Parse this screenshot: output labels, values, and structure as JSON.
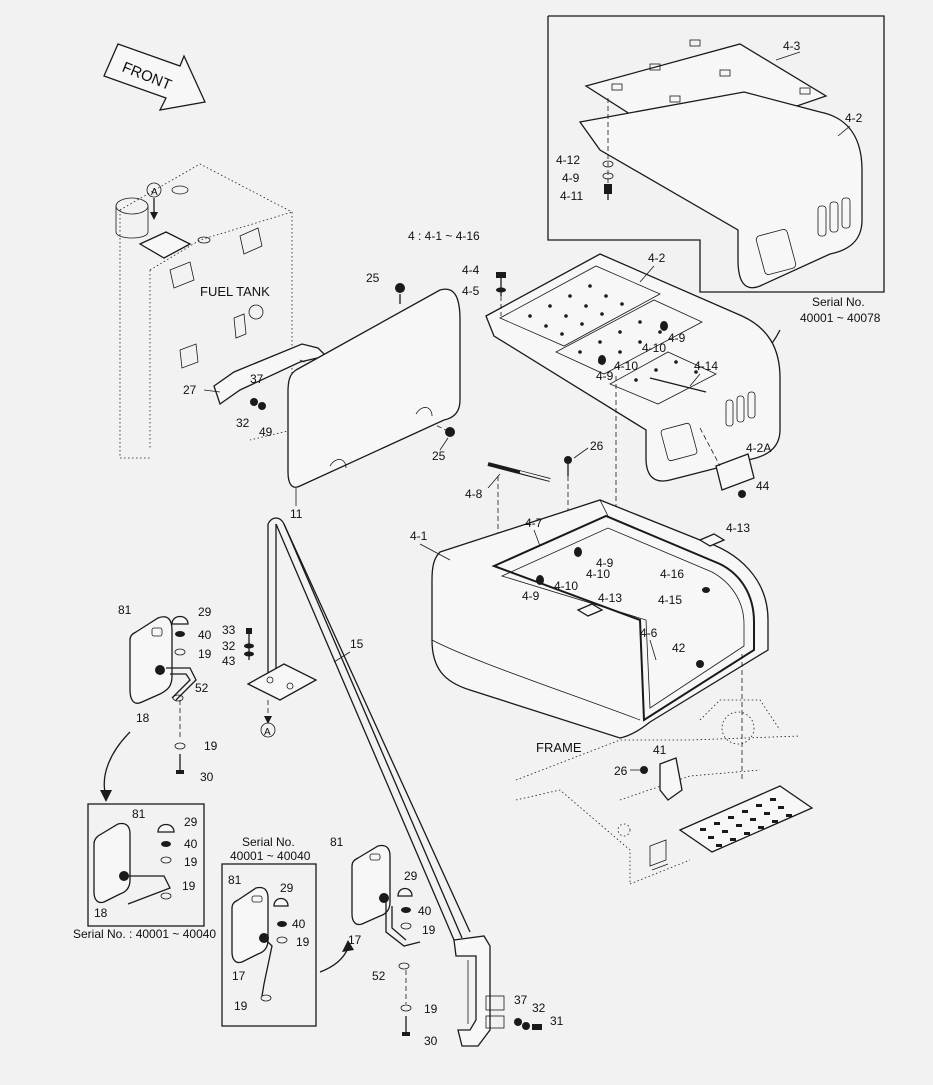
{
  "title_arrow": "FRONT",
  "labels": {
    "fuel_tank": "FUEL TANK",
    "frame": "FRAME",
    "range_note": "4 : 4-1 ~ 4-16"
  },
  "serial": {
    "inset_top_label": "Serial No.",
    "inset_top_range": "40001 ~ 40078",
    "left_inset": "Serial No. : 40001 ~ 40040",
    "mid_inset_label": "Serial No.",
    "mid_inset_range": "40001 ~ 40040"
  },
  "callouts": {
    "c4_3": "4-3",
    "c4_2a": "4-2",
    "c4_12": "4-12",
    "c4_9a": "4-9",
    "c4_11": "4-11",
    "c4_4": "4-4",
    "c4_5": "4-5",
    "c4_2b": "4-2",
    "c4_9b": "4-9",
    "c4_10b": "4-10",
    "c4_10c": "4-10",
    "c4_9c": "4-9",
    "c4_14": "4-14",
    "c4_2A": "4-2A",
    "c44": "44",
    "c25a": "25",
    "c25b": "25",
    "c27": "27",
    "c37a": "37",
    "c32a": "32",
    "c49": "49",
    "c11": "11",
    "c26a": "26",
    "c4_8": "4-8",
    "c4_1": "4-1",
    "c4_7": "4-7",
    "c4_13a": "4-13",
    "c4_9d": "4-9",
    "c4_10d": "4-10",
    "c4_10e": "4-10",
    "c4_9e": "4-9",
    "c4_16": "4-16",
    "c4_15": "4-15",
    "c4_13b": "4-13",
    "c4_6": "4-6",
    "c42": "42",
    "c41": "41",
    "c26b": "26",
    "c81a": "81",
    "c29a": "29",
    "c40a": "40",
    "c19a": "19",
    "c52a": "52",
    "c18a": "18",
    "c33": "33",
    "c32b": "32",
    "c43": "43",
    "c15": "15",
    "cA2": "A",
    "c19b": "19",
    "c30a": "30",
    "c81b": "81",
    "c29b": "29",
    "c40b": "40",
    "c19c": "19",
    "c19d": "19",
    "c18b": "18",
    "c81c": "81",
    "c29c": "29",
    "c40c": "40",
    "c19e": "19",
    "c17a": "17",
    "c19f": "19",
    "c81d": "81",
    "c29d": "29",
    "c40d": "40",
    "c19g": "19",
    "c17b": "17",
    "c52b": "52",
    "c19h": "19",
    "c30b": "30",
    "c37b": "37",
    "c32c": "32",
    "c31": "31",
    "cA1": "A"
  }
}
